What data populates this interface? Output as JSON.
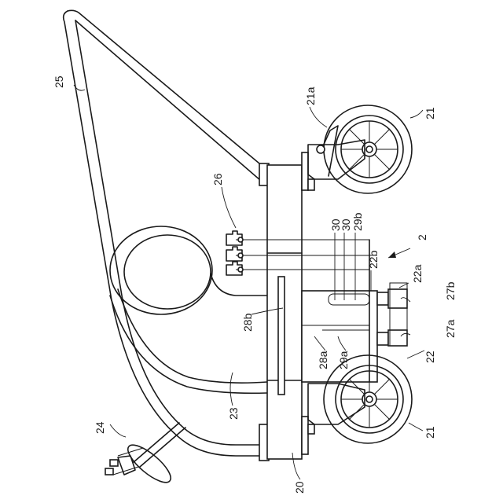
{
  "labels": {
    "l2": "2",
    "l20": "20",
    "l21_top": "21",
    "l21_bottom": "21",
    "l21a": "21a",
    "l22": "22",
    "l22a": "22a",
    "l22b": "22b",
    "l23": "23",
    "l24": "24",
    "l25": "25",
    "l26": "26",
    "l27a": "27a",
    "l27b": "27b",
    "l28a": "28a",
    "l28b": "28b",
    "l29a": "29a",
    "l29b": "29b",
    "l30_a": "30",
    "l30_b": "30"
  }
}
